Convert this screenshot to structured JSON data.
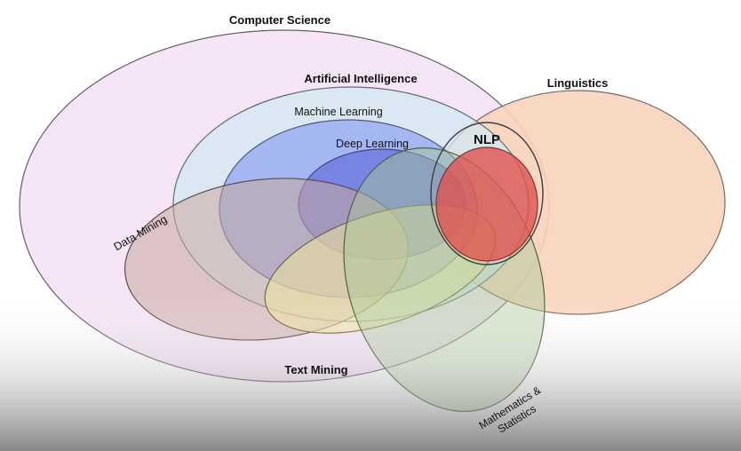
{
  "diagram": {
    "labels": {
      "computer_science": "Computer Science",
      "artificial_intelligence": "Artificial Intelligence",
      "machine_learning": "Machine Learning",
      "deep_learning": "Deep Learning",
      "nlp": "NLP",
      "linguistics": "Linguistics",
      "data_mining": "Data Mining",
      "text_mining": "Text Mining",
      "math_stats_line1": "Mathematics &",
      "math_stats_line2": "Statistics"
    },
    "colors": {
      "computer_science": "#f3e1f4",
      "artificial_intelligence": "#d2e8f3",
      "machine_learning": "#8ea2ee",
      "deep_learning": "#6068d8",
      "linguistics": "#f8d4bd",
      "nlp": "#e0524f",
      "data_mining": "#c9a79f",
      "text_mining": "#eee39a",
      "math_stats": "#a8c894",
      "bottom_gradient": "#6b6b6b"
    }
  }
}
